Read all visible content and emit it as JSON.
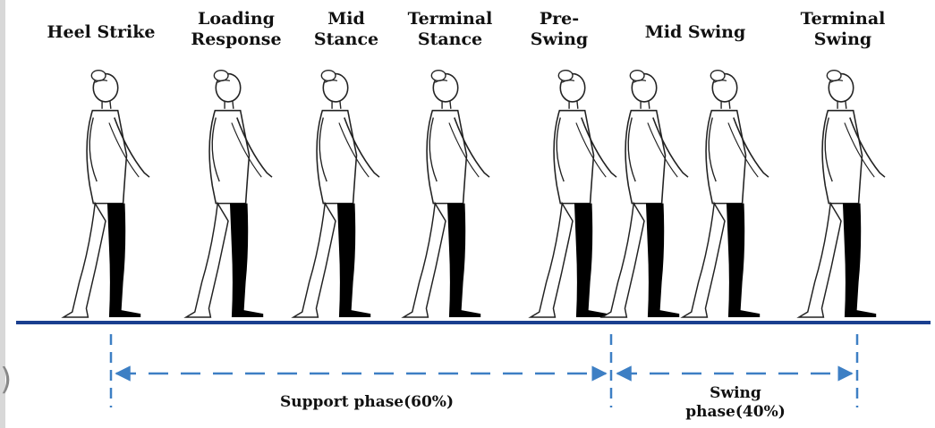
{
  "phases": [
    {
      "label": "Heel Strike"
    },
    {
      "label": "Loading\nResponse"
    },
    {
      "label": "Mid\nStance"
    },
    {
      "label": "Terminal\nStance"
    },
    {
      "label": "Pre-\nSwing"
    },
    {
      "label": "Mid Swing"
    },
    {
      "label": "Terminal\nSwing"
    }
  ],
  "support_phase": {
    "label": "Support phase(60%)"
  },
  "swing_phase": {
    "label": "Swing\nphase(40%)"
  },
  "edge_fragment": ")",
  "colors": {
    "ground_line": "#1a3f8f",
    "dashed_arrows": "#3d7fc4",
    "leg_fill": "#000000"
  }
}
